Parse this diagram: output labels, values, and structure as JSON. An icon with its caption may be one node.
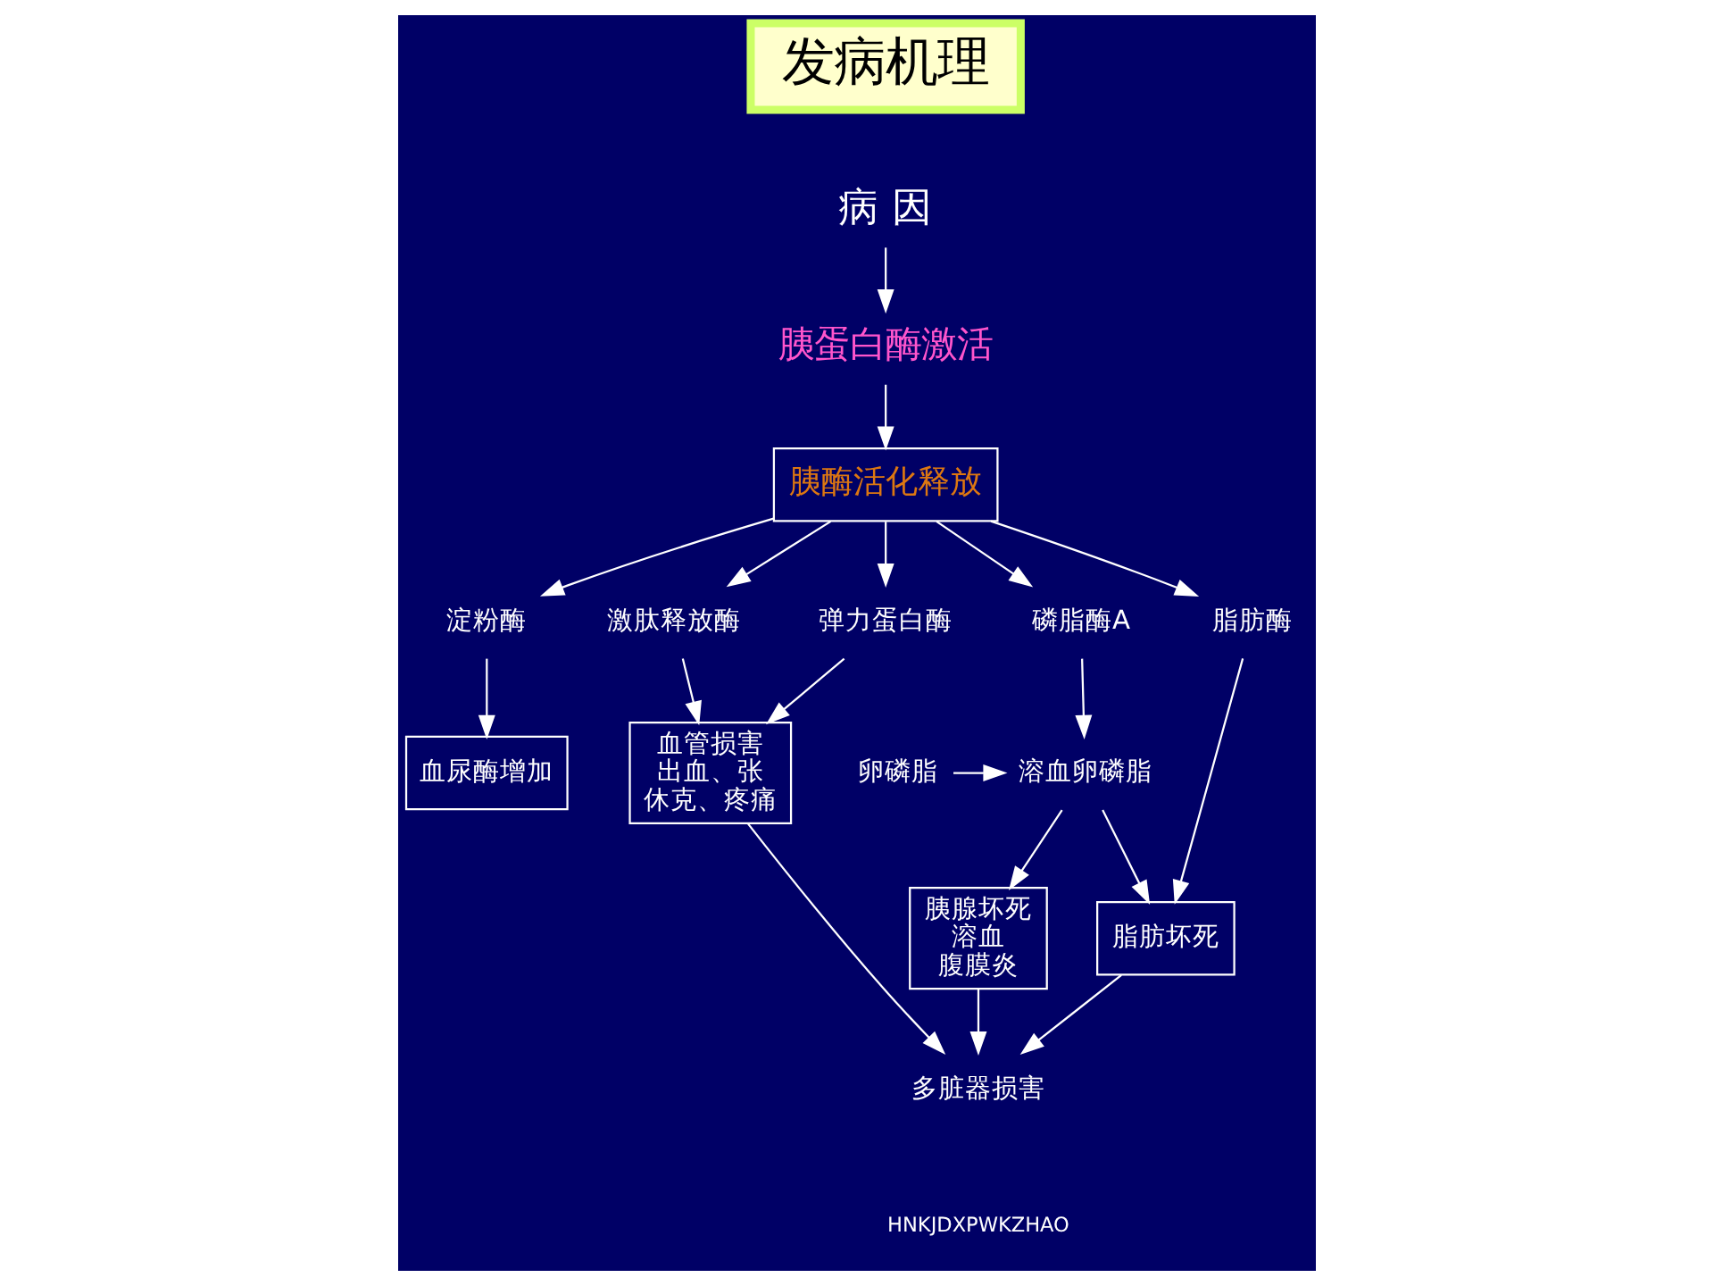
{
  "diagram": {
    "title": "发病机理",
    "nodes": [
      {
        "text": [
          "病 因"
        ]
      },
      {
        "text": [
          "胰蛋白酶激活"
        ]
      },
      {
        "text": [
          "胰酶活化释放"
        ]
      },
      {
        "text": [
          "淀粉酶"
        ]
      },
      {
        "text": [
          "激肽释放酶"
        ]
      },
      {
        "text": [
          "弹力蛋白酶"
        ]
      },
      {
        "text": [
          "磷脂酶A"
        ]
      },
      {
        "text": [
          "脂肪酶"
        ]
      },
      {
        "text": [
          "卵磷脂"
        ]
      },
      {
        "text": [
          "溶血卵磷脂"
        ]
      },
      {
        "text": [
          "血尿酶增加"
        ]
      },
      {
        "text": [
          "血管损害",
          "出血、张",
          "休克、疼痛"
        ]
      },
      {
        "text": [
          "胰腺坏死",
          "溶血",
          "腹膜炎"
        ]
      },
      {
        "text": [
          "脂肪坏死"
        ]
      },
      {
        "text": [
          "多脏器损害"
        ]
      }
    ],
    "edges": [
      {
        "from": 0,
        "to": 1,
        "arrow": "to"
      },
      {
        "from": 1,
        "to": 2,
        "arrow": "to"
      },
      {
        "from": 2,
        "to": 3,
        "arrow": "to"
      },
      {
        "from": 2,
        "to": 4,
        "arrow": "to"
      },
      {
        "from": 2,
        "to": 5,
        "arrow": "to"
      },
      {
        "from": 2,
        "to": 6,
        "arrow": "to"
      },
      {
        "from": 2,
        "to": 7,
        "arrow": "to"
      },
      {
        "from": 8,
        "to": 9,
        "arrow": "to"
      },
      {
        "from": 6,
        "to": 9,
        "arrow": "to"
      },
      {
        "from": 3,
        "to": 10,
        "arrow": "to"
      },
      {
        "from": 4,
        "to": 11,
        "arrow": "to"
      },
      {
        "from": 5,
        "to": 11,
        "arrow": "to"
      },
      {
        "from": 9,
        "to": 12,
        "arrow": "to"
      },
      {
        "from": 9,
        "to": 13,
        "arrow": "to"
      },
      {
        "from": 7,
        "to": 13,
        "arrow": "to"
      },
      {
        "from": 11,
        "to": 14,
        "arrow": "to"
      },
      {
        "from": 12,
        "to": 14,
        "arrow": "to"
      },
      {
        "from": 13,
        "to": 14,
        "arrow": "to"
      }
    ],
    "labels": [
      "HNKJDXPWKZHAO"
    ]
  }
}
